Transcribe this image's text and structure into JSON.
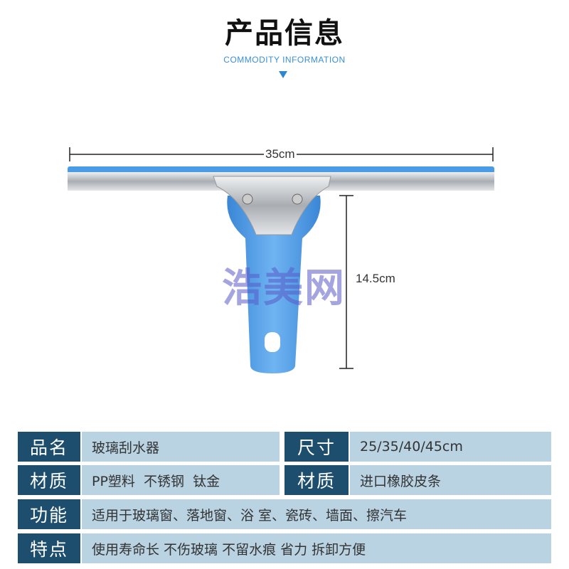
{
  "header": {
    "title": "产品信息",
    "subtitle": "COMMODITY INFORMATION"
  },
  "product": {
    "width_label": "35cm",
    "height_label": "14.5cm",
    "watermark": "浩美网",
    "colors": {
      "handle": "#4a9be6",
      "steel": "#c8cbcf"
    }
  },
  "specs": [
    {
      "label": "品名",
      "value": "玻璃刮水器",
      "label2": "尺寸",
      "value2": "25/35/40/45cm"
    },
    {
      "label": "材质",
      "value": "PP塑料  不锈钢  钛金",
      "label2": "材质",
      "value2": "进口橡胶皮条"
    },
    {
      "label": "功能",
      "value": "适用于玻璃窗、落地窗、浴 室、瓷砖、墙面、擦汽车"
    },
    {
      "label": "特点",
      "value": "使用寿命长 不伤玻璃 不留水痕 省力 拆卸方便"
    }
  ]
}
